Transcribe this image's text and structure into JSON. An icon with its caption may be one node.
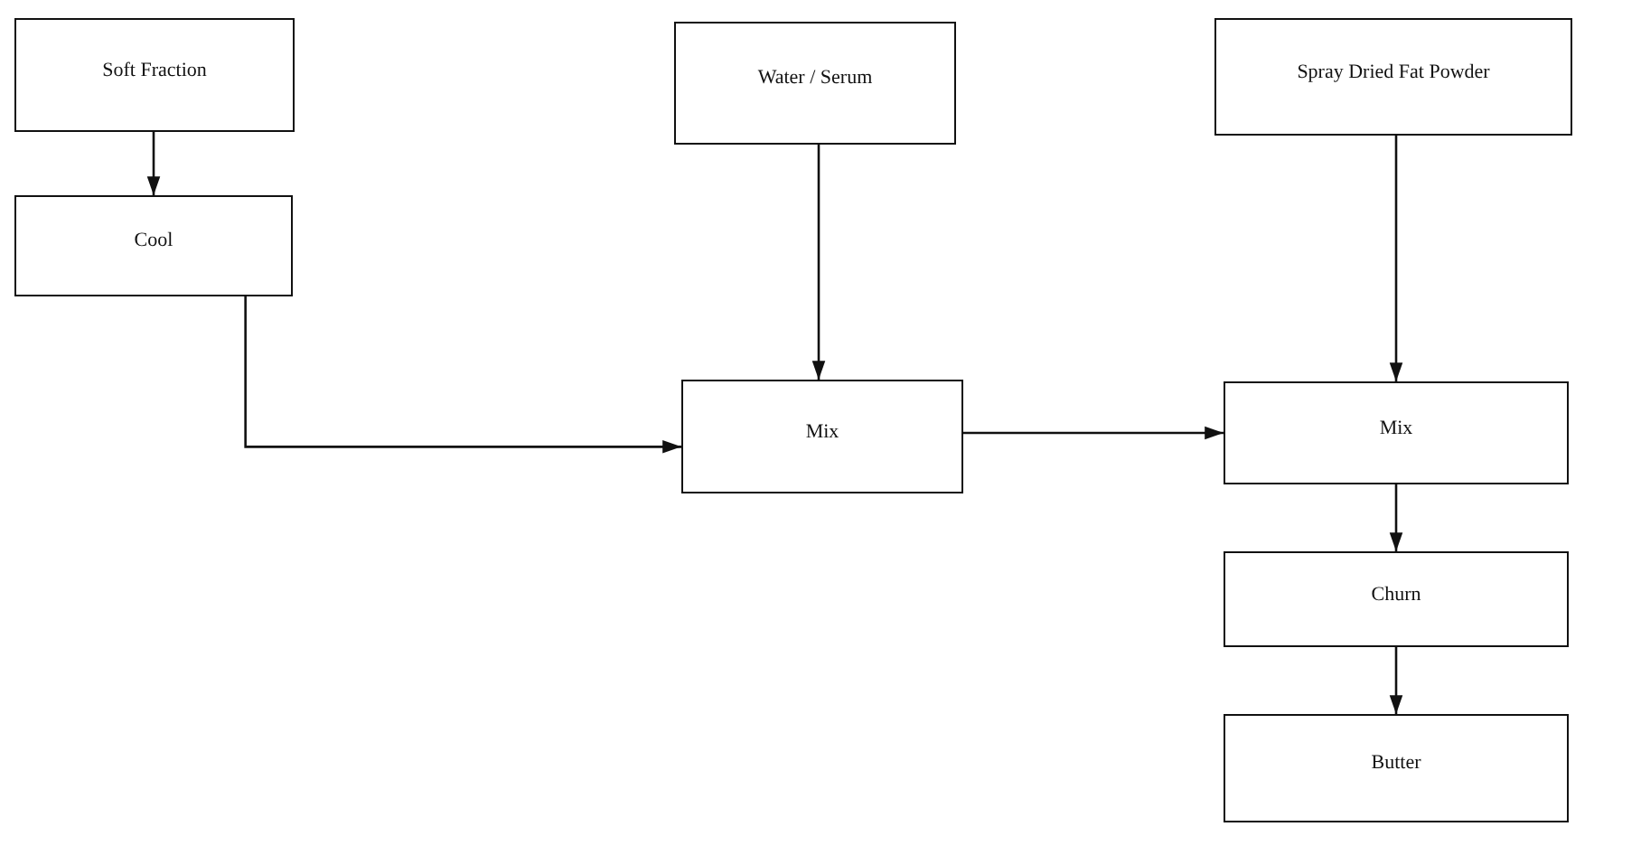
{
  "diagram": {
    "nodes": [
      {
        "text": [
          "Soft Fraction"
        ]
      },
      {
        "text": [
          "Cool"
        ]
      },
      {
        "text": [
          "Water / Serum"
        ]
      },
      {
        "text": [
          "Spray Dried Fat Powder"
        ]
      },
      {
        "text": [
          "Mix"
        ]
      },
      {
        "text": [
          "Mix"
        ]
      },
      {
        "text": [
          "Churn"
        ]
      },
      {
        "text": [
          "Butter"
        ]
      }
    ],
    "edges": [
      {
        "from": 0,
        "to": 1,
        "arrow": "to"
      },
      {
        "from": 1,
        "to": 4,
        "arrow": "to"
      },
      {
        "from": 2,
        "to": 4,
        "arrow": "to"
      },
      {
        "from": 3,
        "to": 5,
        "arrow": "to"
      },
      {
        "from": 4,
        "to": 5,
        "arrow": "to"
      },
      {
        "from": 5,
        "to": 6,
        "arrow": "to"
      },
      {
        "from": 6,
        "to": 7,
        "arrow": "to"
      }
    ]
  }
}
